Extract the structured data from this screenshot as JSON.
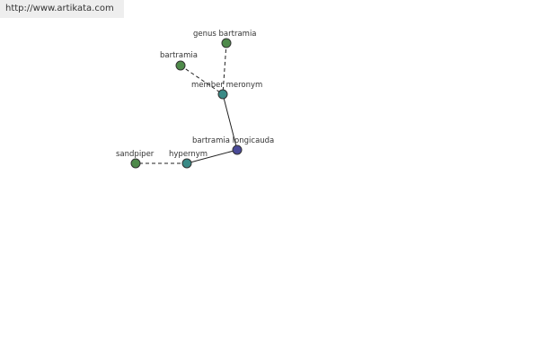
{
  "watermark": {
    "url": "http://www.artikata.com"
  },
  "graph": {
    "colors": {
      "green_node": "#4e8a4a",
      "teal_node": "#3a8a86",
      "blue_node": "#4a4a98"
    },
    "nodes": [
      {
        "id": "genus_bartramia",
        "label": "genus bartramia",
        "color": "#4e8a4a"
      },
      {
        "id": "bartramia",
        "label": "bartramia",
        "color": "#4e8a4a"
      },
      {
        "id": "member_meronym",
        "label": "member meronym",
        "color": "#3a8a86"
      },
      {
        "id": "bartramia_longicauda",
        "label": "bartramia longicauda",
        "color": "#4a4a98"
      },
      {
        "id": "hypernym",
        "label": "hypernym",
        "color": "#3a8a86"
      },
      {
        "id": "sandpiper",
        "label": "sandpiper",
        "color": "#4e8a4a"
      }
    ],
    "edges": [
      {
        "from": "genus_bartramia",
        "to": "member_meronym",
        "style": "dashed"
      },
      {
        "from": "bartramia",
        "to": "member_meronym",
        "style": "dashed"
      },
      {
        "from": "member_meronym",
        "to": "bartramia_longicauda",
        "style": "solid"
      },
      {
        "from": "bartramia_longicauda",
        "to": "hypernym",
        "style": "solid"
      },
      {
        "from": "hypernym",
        "to": "sandpiper",
        "style": "dashed"
      }
    ]
  }
}
